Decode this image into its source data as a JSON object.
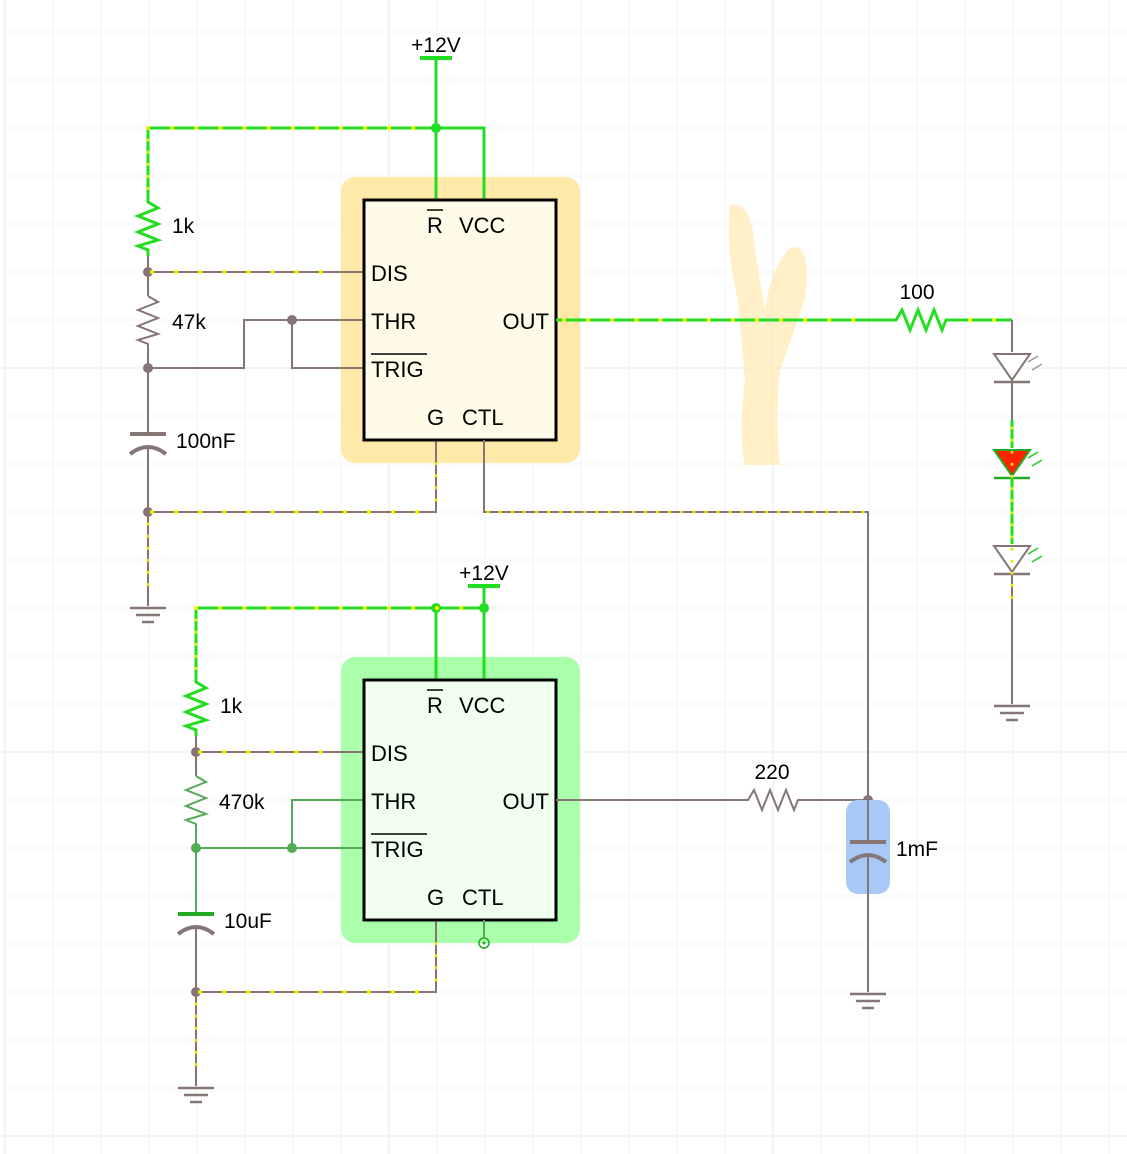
{
  "supplies": [
    "+12V",
    "+12V"
  ],
  "timer1": {
    "pins": {
      "reset": "R",
      "vcc": "VCC",
      "dis": "DIS",
      "thr": "THR",
      "trig": "TRIG",
      "out": "OUT",
      "gnd": "G",
      "ctl": "CTL"
    }
  },
  "timer2": {
    "pins": {
      "reset": "R",
      "vcc": "VCC",
      "dis": "DIS",
      "thr": "THR",
      "trig": "TRIG",
      "out": "OUT",
      "gnd": "G",
      "ctl": "CTL"
    }
  },
  "components": {
    "r1": "1k",
    "r2": "47k",
    "c1": "100nF",
    "r_out1": "100",
    "r3": "1k",
    "r4": "470k",
    "c2": "10uF",
    "r_out2": "220",
    "c3": "1mF"
  },
  "colors": {
    "active_wire": "#22dd22",
    "inactive_wire": "#857575",
    "current_dots": "#f2f200",
    "chip1_highlight": "#ffe9a8",
    "chip2_highlight": "#aaffaa",
    "selected_cap": "#a8c8f8",
    "lit_led": "#ff2200"
  }
}
